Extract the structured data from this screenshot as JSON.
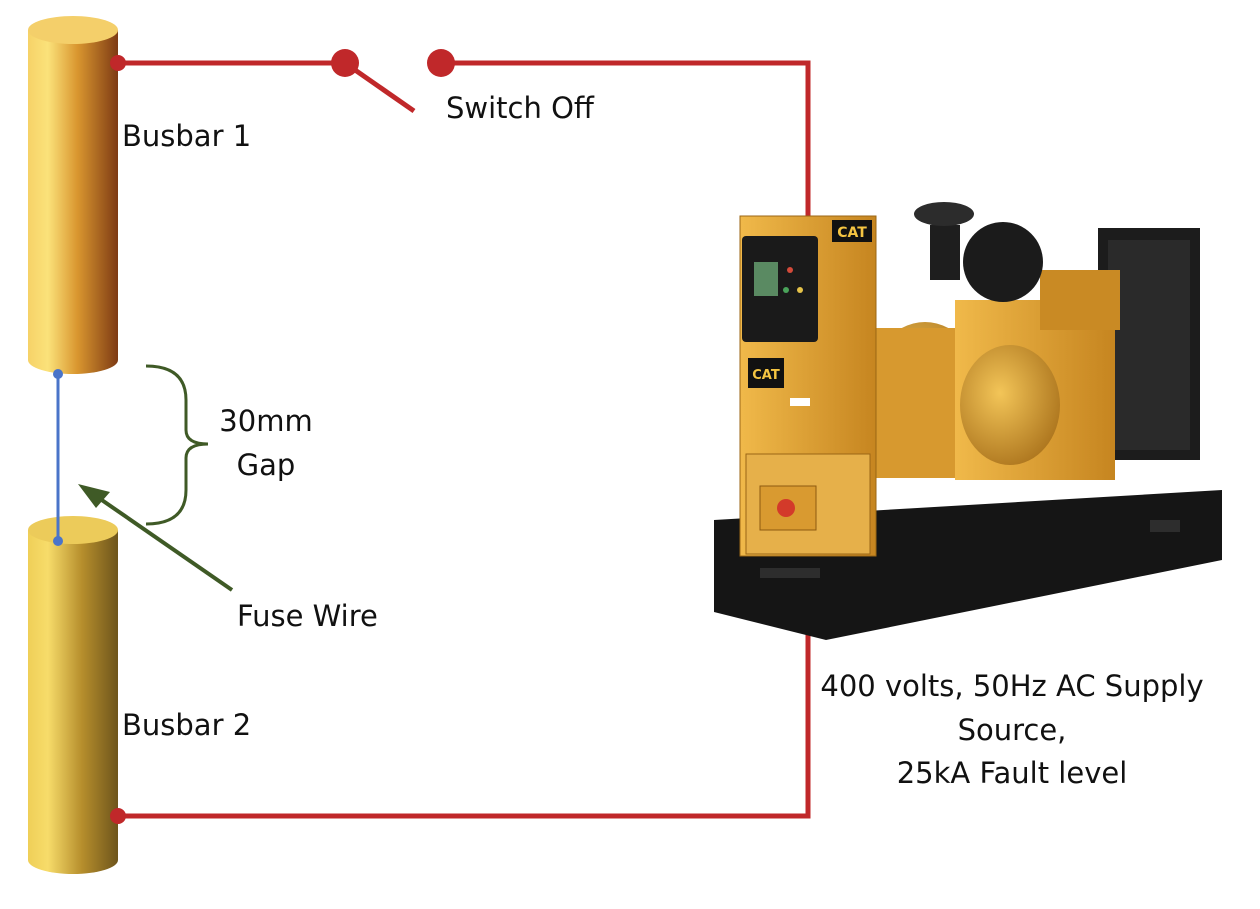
{
  "busbar_top": {
    "label": "Busbar 1"
  },
  "busbar_bottom": {
    "label": "Busbar 2"
  },
  "switch": {
    "label": "Switch Off"
  },
  "gap": {
    "line1": "30mm",
    "line2": "Gap"
  },
  "fuse": {
    "label": "Fuse Wire"
  },
  "source": {
    "line1": "400 volts, 50Hz AC Supply",
    "line2": "Source,",
    "line3": "25kA Fault level",
    "brand_badge": "CAT"
  },
  "colors": {
    "circuit_wire": "#c0282a",
    "fuse_wire": "#4a74c9",
    "annotation": "#3f5a26",
    "busbar_top": "#d08a3a",
    "busbar_bottom": "#b38f2a",
    "generator_body": "#e0a83a"
  }
}
